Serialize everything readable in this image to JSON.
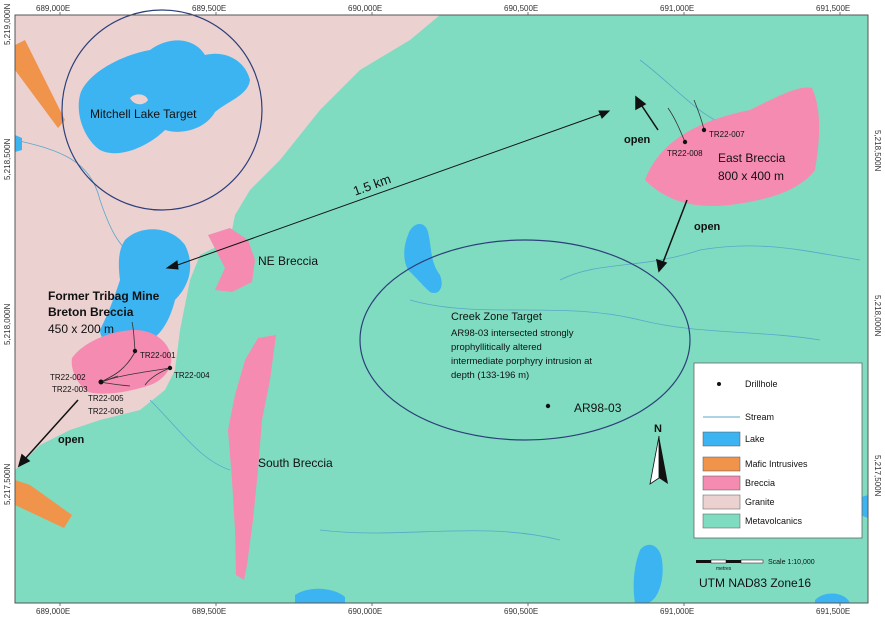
{
  "title": "",
  "grid": {
    "easting_ticks": [
      "689,000E",
      "689,500E",
      "690,000E",
      "690,500E",
      "691,000E",
      "691,500E"
    ],
    "northing_ticks": [
      "5,218,500N",
      "5,218,000N",
      "5,217,500N"
    ],
    "northing_top_partial": "5,219,000N"
  },
  "colors": {
    "metavolcanics": "#7fdcc0",
    "granite": "#ecd1d1",
    "breccia": "#f58bb0",
    "mafic": "#f0944c",
    "lake": "#3db4f2",
    "stream": "#5aa7c9",
    "target_circle": "#2c3f7a"
  },
  "labels": {
    "mitchell": "Mitchell Lake Target",
    "distance": "1.5 km",
    "east_breccia_1": "East Breccia",
    "east_breccia_2": "800 x 400 m",
    "ne_breccia": "NE Breccia",
    "former_mine": "Former Tribag Mine",
    "breton_breccia": "Breton Breccia",
    "breton_size": "450 x 200 m",
    "creek_title": "Creek Zone Target",
    "creek_1": "AR98-03 intersected strongly",
    "creek_2": "prophyllitically altered",
    "creek_3": "intermediate porphyry intrusion at",
    "creek_4": "depth (133-196 m)",
    "ar98": "AR98-03",
    "south_breccia": "South Breccia",
    "open": "open",
    "utm": "UTM NAD83 Zone16"
  },
  "drillholes": {
    "tr22_001": "TR22-001",
    "tr22_002": "TR22-002",
    "tr22_003": "TR22-003",
    "tr22_004": "TR22-004",
    "tr22_005": "TR22-005",
    "tr22_006": "TR22-006",
    "tr22_007": "TR22-007",
    "tr22_008": "TR22-008"
  },
  "legend": {
    "drillhole": "Drillhole",
    "stream": "Stream",
    "lake": "Lake",
    "mafic": "Mafic Intrusives",
    "breccia": "Breccia",
    "granite": "Granite",
    "metavolcanics": "Metavolcanics"
  },
  "north_arrow": "N",
  "scale": {
    "label": "Scale 1:10,000",
    "unit": "metres"
  }
}
